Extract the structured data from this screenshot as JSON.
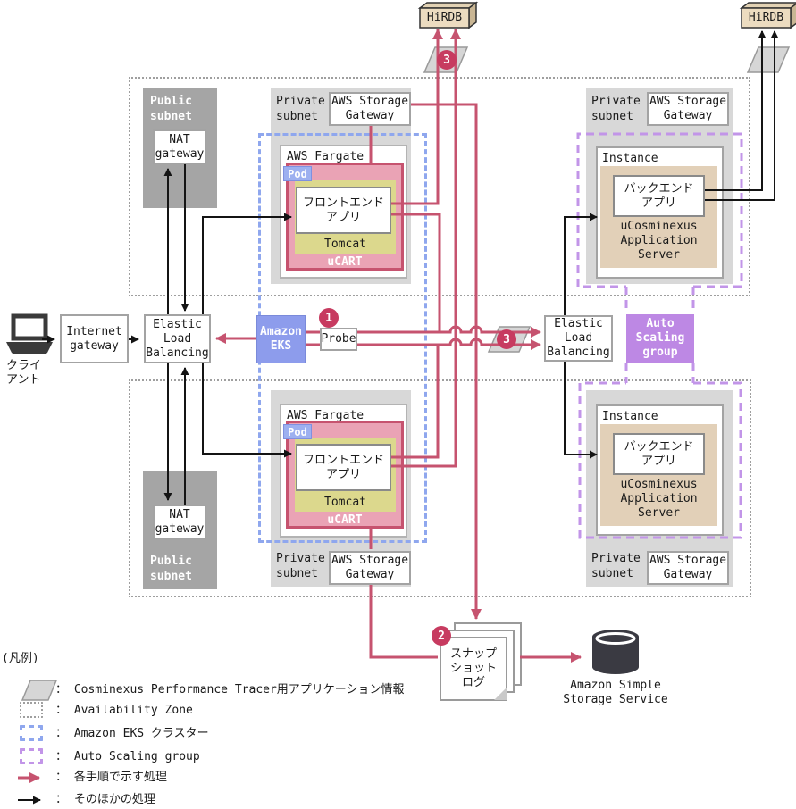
{
  "nodes": {
    "hirdb": "HiRDB",
    "public_subnet": [
      "Public",
      "subnet"
    ],
    "private_subnet": [
      "Private",
      "subnet"
    ],
    "nat_gateway": [
      "NAT",
      "gateway"
    ],
    "storage_gateway": [
      "AWS Storage",
      "Gateway"
    ],
    "fargate": "AWS Fargate",
    "pod": "Pod",
    "frontend_app": [
      "フロントエンド",
      "アプリ"
    ],
    "tomcat": "Tomcat",
    "ucart": "uCART",
    "client": [
      "クライ",
      "アント"
    ],
    "internet_gateway": [
      "Internet",
      "gateway"
    ],
    "elb": [
      "Elastic",
      "Load",
      "Balancing"
    ],
    "eks": [
      "Amazon",
      "EKS"
    ],
    "probe": "Probe",
    "asg": [
      "Auto",
      "Scaling",
      "group"
    ],
    "instance": "Instance",
    "backend_app": [
      "バックエンド",
      "アプリ"
    ],
    "ucosminexus": [
      "uCosminexus",
      "Application",
      "Server"
    ],
    "s3": [
      "Amazon Simple",
      "Storage Service"
    ],
    "snapshot_log": [
      "スナップ",
      "ショット",
      "ログ"
    ]
  },
  "badges": {
    "step1": "1",
    "step2": "2",
    "step3": "3"
  },
  "legend": {
    "title": "(凡例)",
    "items": [
      {
        "label": "： Cosminexus Performance Tracer用アプリケーション情報"
      },
      {
        "label": "： Availability Zone"
      },
      {
        "label": "： Amazon EKS クラスター"
      },
      {
        "label": "： Auto Scaling group"
      },
      {
        "label": "： 各手順で示す処理"
      },
      {
        "label": "： そのほかの処理"
      }
    ]
  },
  "colors": {
    "flow_pink": "#c6536f",
    "badge_red": "#c73b60",
    "eks_blue": "#8d9cec",
    "asg_purple": "#bd88e4",
    "ucart_pink": "#eaa3b5",
    "tomcat_yellow": "#dcd88d",
    "hirdb_tan": "#ecdcc0",
    "ucosminexus_tan": "#e2d0b8",
    "public_gray": "#a5a5a5",
    "private_gray": "#d8d8d8",
    "eks_cluster_border": "#8fa7ee",
    "asg_border": "#c295e8"
  }
}
